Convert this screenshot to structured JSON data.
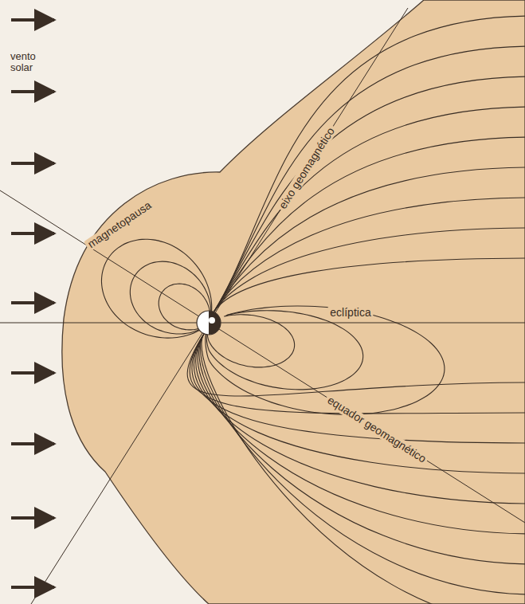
{
  "diagram": {
    "labels": [
      "vento solar",
      "magnetopausa",
      "eixo geomagnético",
      "eclíptica",
      "equador geomagnético"
    ]
  }
}
